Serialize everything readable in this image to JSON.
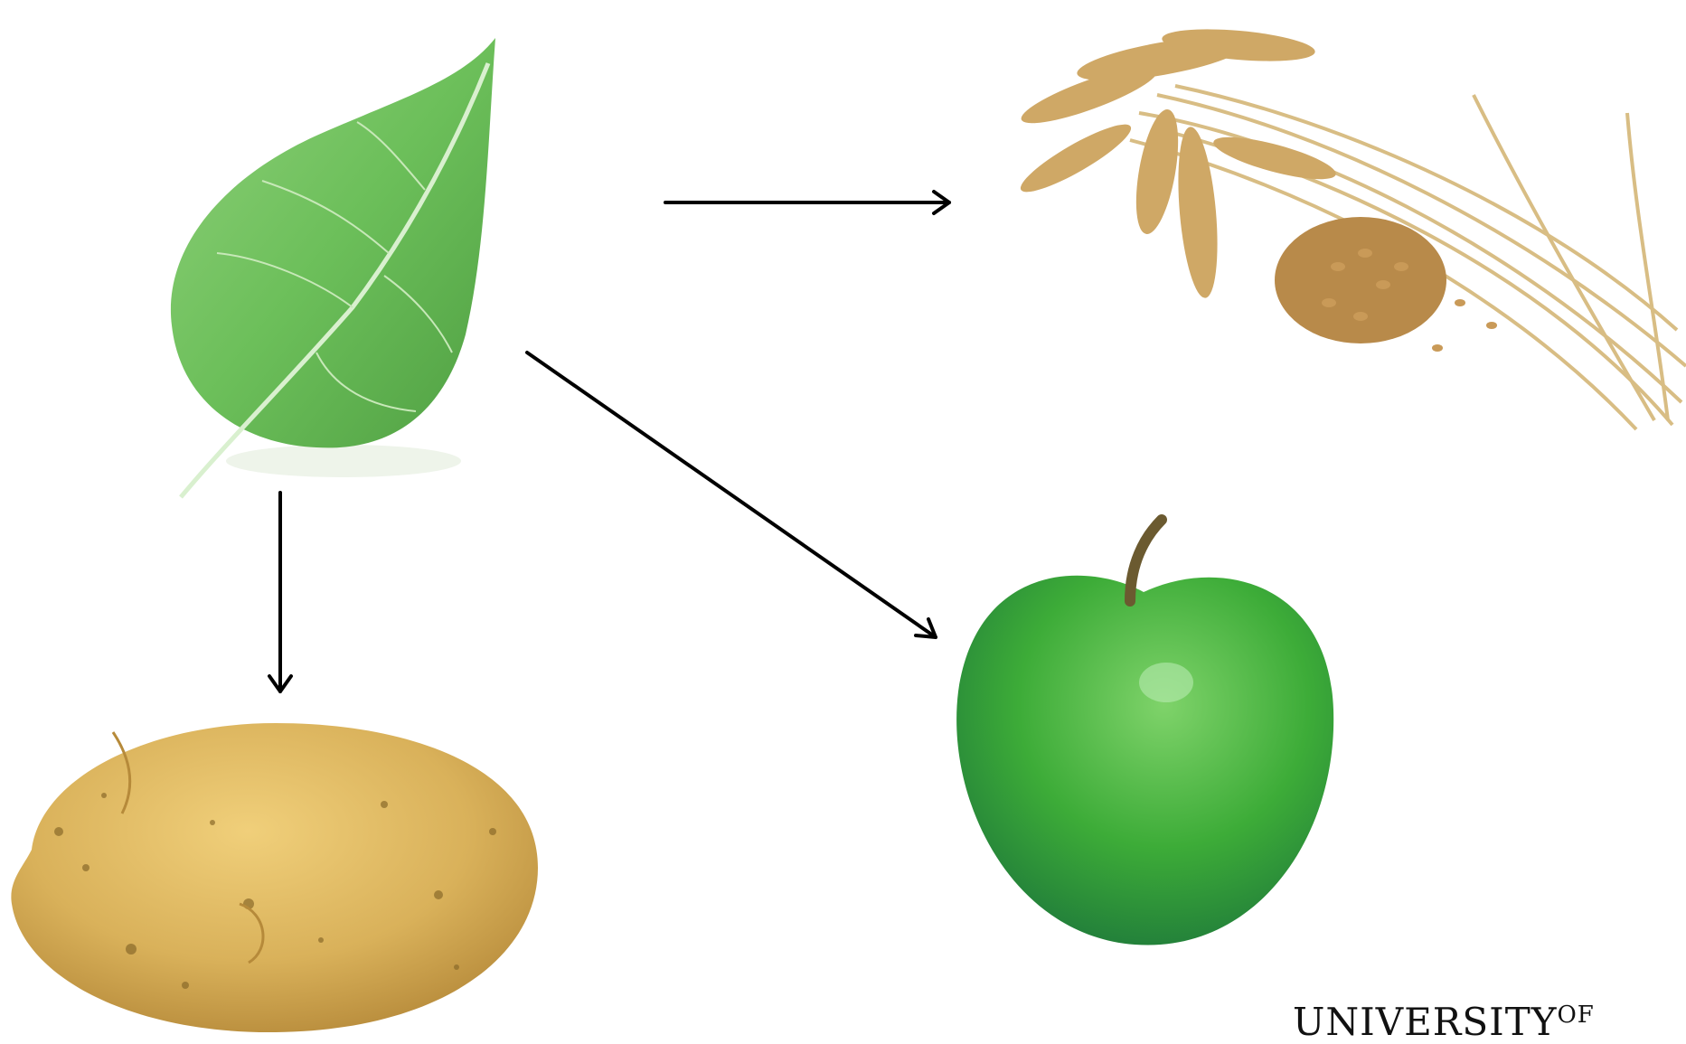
{
  "diagram": {
    "source": {
      "name": "leaf",
      "icon": "leaf-icon"
    },
    "products": [
      {
        "name": "wheat",
        "icon": "wheat-icon"
      },
      {
        "name": "potato",
        "icon": "potato-icon"
      },
      {
        "name": "apple",
        "icon": "apple-icon"
      }
    ],
    "arrows": [
      {
        "from": "leaf",
        "to": "wheat"
      },
      {
        "from": "leaf",
        "to": "potato"
      },
      {
        "from": "leaf",
        "to": "apple"
      }
    ]
  },
  "footer": {
    "text": "UNIVERSITY",
    "suffix": "OF"
  },
  "colors": {
    "leaf": "#6cbf5a",
    "wheat": "#d6b57a",
    "potato": "#d9b15a",
    "apple": "#3dac38",
    "arrow": "#000000"
  }
}
